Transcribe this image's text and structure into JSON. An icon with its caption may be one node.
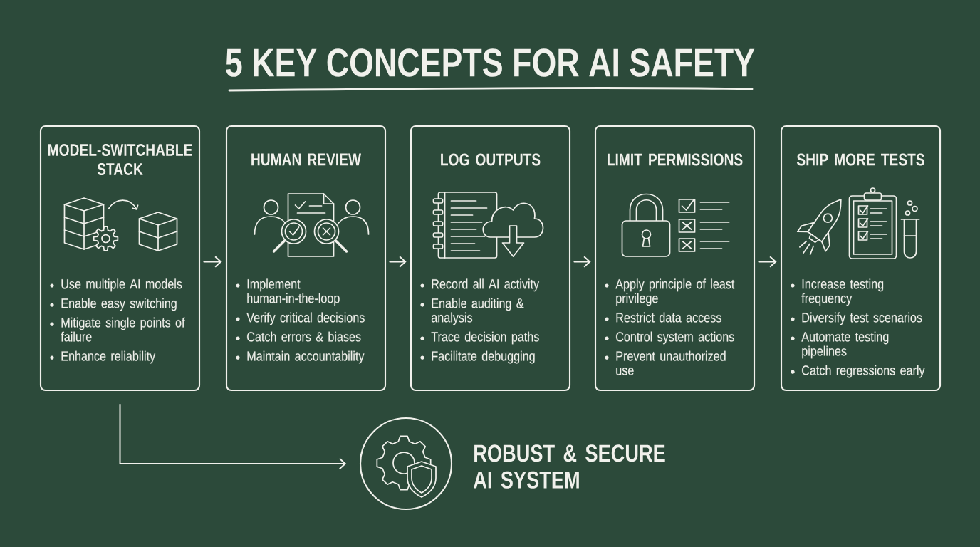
{
  "diagram": {
    "title": "5 KEY CONCEPTS FOR AI SAFETY",
    "nodes": [
      {
        "text": [
          "MODEL-SWITCHABLE STACK",
          "Use multiple AI models",
          "Enable easy switching",
          "Mitigate single points of failure",
          "Enhance reliability"
        ]
      },
      {
        "text": [
          "HUMAN REVIEW",
          "Implement human-in-the-loop",
          "Verify critical decisions",
          "Catch errors & biases",
          "Maintain accountability"
        ]
      },
      {
        "text": [
          "LOG OUTPUTS",
          "Record all AI activity",
          "Enable auditing & analysis",
          "Trace decision paths",
          "Facilitate debugging"
        ]
      },
      {
        "text": [
          "LIMIT PERMISSIONS",
          "Apply principle of least privilege",
          "Restrict data access",
          "Control system actions",
          "Prevent unauthorized use"
        ]
      },
      {
        "text": [
          "SHIP MORE TESTS",
          "Increase testing frequency",
          "Diversify test scenarios",
          "Automate testing pipelines",
          "Catch regressions early"
        ]
      },
      {
        "text": [],
        "shape": "circle",
        "beside": [
          "ROBUST & SECURE AI SYSTEM"
        ]
      }
    ],
    "edges": [
      {
        "from": 0,
        "to": 1,
        "arrow": "to"
      },
      {
        "from": 1,
        "to": 2,
        "arrow": "to"
      },
      {
        "from": 2,
        "to": 3,
        "arrow": "to"
      },
      {
        "from": 3,
        "to": 4,
        "arrow": "to"
      },
      {
        "from": 0,
        "to": 5,
        "arrow": "to"
      }
    ]
  }
}
